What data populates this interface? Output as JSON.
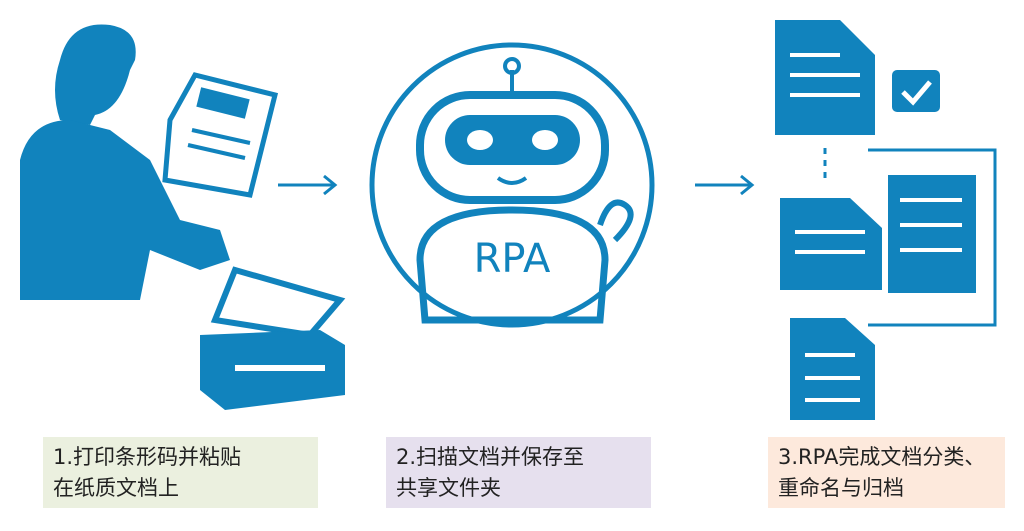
{
  "colors": {
    "primary": "#1183bd",
    "step1_bg": "#ebf0df",
    "step2_bg": "#e6e0ee",
    "step3_bg": "#fde9dc"
  },
  "robot": {
    "badge": "RPA"
  },
  "steps": [
    {
      "line1": "1.打印条形码并粘贴",
      "line2": "在纸质文档上"
    },
    {
      "line1": "2.扫描文档并保存至",
      "line2": "共享文件夹"
    },
    {
      "line1": "3.RPA完成文档分类、",
      "line2": "重命名与归档"
    }
  ]
}
